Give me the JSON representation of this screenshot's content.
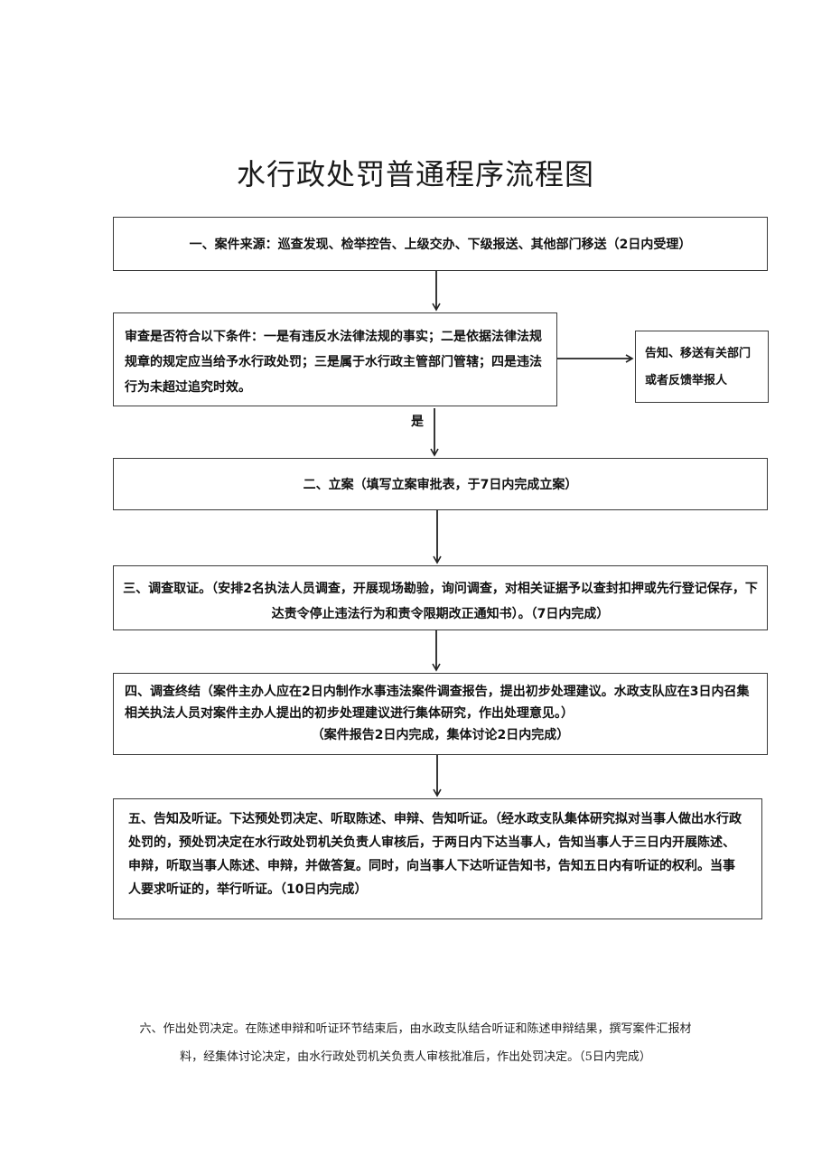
{
  "title": "水行政处罚普通程序流程图",
  "steps": {
    "step1": "一、案件来源：巡查发现、检举控告、上级交办、下级报送、其他部门移送（2日内受理）",
    "review": "审查是否符合以下条件：一是有违反水法律法规的事实；二是依据法律法规规章的规定应当给予水行政处罚；三是属于水行政主管部门管辖；四是违法行为未超过追究时效。",
    "notify_transfer": "告知、移送有关部门或者反馈举报人",
    "yes_label": "是",
    "step2": "二、立案（填写立案审批表，于7日内完成立案）",
    "step3": "三、调查取证。（安排2名执法人员调查，开展现场勘验，询问调查，对相关证据予以查封扣押或先行登记保存，下达责令停止违法行为和责令限期改正通知书）。（7日内完成）",
    "step4_main": "四、调查终结（案件主办人应在2日内制作水事违法案件调查报告，提出初步处理建议。水政支队应在3日内召集相关执法人员对案件主办人提出的初步处理建议进行集体研究，作出处理意见。）",
    "step4_note": "（案件报告2日内完成，集体讨论2日内完成）",
    "step5": "五、告知及听证。下达预处罚决定、听取陈述、申辩、告知听证。（经水政支队集体研究拟对当事人做出水行政处罚的，预处罚决定在水行政处罚机关负责人审核后，于两日内下达当事人，告知当事人于三日内开展陈述、申辩，听取当事人陈述、申辩，并做答复。同时，向当事人下达听证告知书，告知五日内有听证的权利。当事人要求听证的，举行听证。（10日内完成）"
  },
  "footer": "六、作出处罚决定。在陈述申辩和听证环节结束后，由水政支队结合听证和陈述申辩结果，撰写案件汇报材料，经集体讨论决定，由水行政处罚机关负责人审核批准后，作出处罚决定。（5日内完成）"
}
